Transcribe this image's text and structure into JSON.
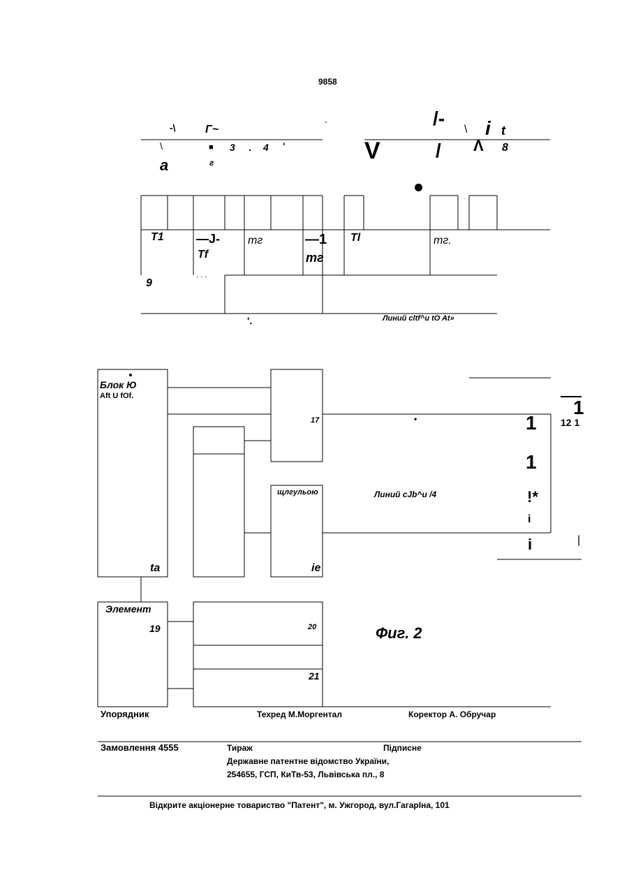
{
  "page_number": "9858",
  "figure_top": {
    "noise": {
      "a1": "-\\",
      "a2": "Г~",
      "a3": "-",
      "a4": "/-",
      "a5": "\\",
      "a6": "i",
      "a7": "t",
      "b1": "\\",
      "b2": "■",
      "b3": "3",
      "b4": ".",
      "b5": "4",
      "b6": "'",
      "c1": "V",
      "c2": "/",
      "c3": "Λ",
      "c4": "8",
      "d1": "a",
      "d2": "г"
    },
    "labels": {
      "t1": "T1",
      "j": "—J-",
      "tf": "Tf",
      "mg1": "тг",
      "dash1": "—1",
      "mg2": "тг",
      "tl": "Tl",
      "mg3": "тг.",
      "nine": "9",
      "dots": ". . .",
      "mark": "'.",
      "line_label": "Линий cltf^u   tO     At»"
    }
  },
  "figure_bottom": {
    "block_label": "Блок Ю",
    "block_sub": "Aft U fOf.",
    "ta": "ta",
    "n17": "17",
    "box_label": "щлгульою",
    "ie": "ie",
    "line_label": "Линий cJb^u    /4",
    "dot": "•",
    "r1": "1",
    "r2": "1",
    "r3": "!*",
    "r4": "i",
    "r5": "i",
    "far1": "1",
    "far2": "12 1",
    "bar": "|",
    "element_label": "Элемент",
    "n19": "19",
    "n20": "20",
    "n21": "21",
    "fig_caption": "Фиг. 2"
  },
  "footer": {
    "compiler": "Упорядник",
    "techred": "Техред М.Моргентал",
    "corrector": "Коректор А. Обручар",
    "order": "Замовлення 4555",
    "circulation": "Тираж",
    "subscription": "Підписне",
    "office": "Державне патентне відомство України,",
    "address": "254655, ГСП, КиТв-53, Львівська пл., 8",
    "publisher": "Відкрите акціонерне товариство   \"Патент\", м. Ужгород, вул.ГагарІна, 101"
  }
}
